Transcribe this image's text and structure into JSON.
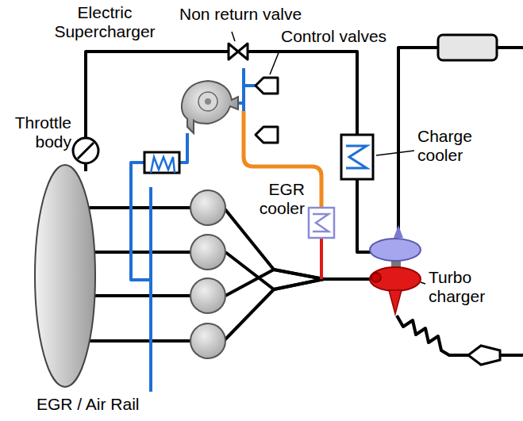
{
  "diagram": {
    "labels": [
      "Electric Supercharger",
      "Non return valve",
      "Control valves",
      "Throttle body",
      "Charge cooler",
      "EGR cooler",
      "Turbo charger",
      "EGR / Air Rail"
    ]
  }
}
